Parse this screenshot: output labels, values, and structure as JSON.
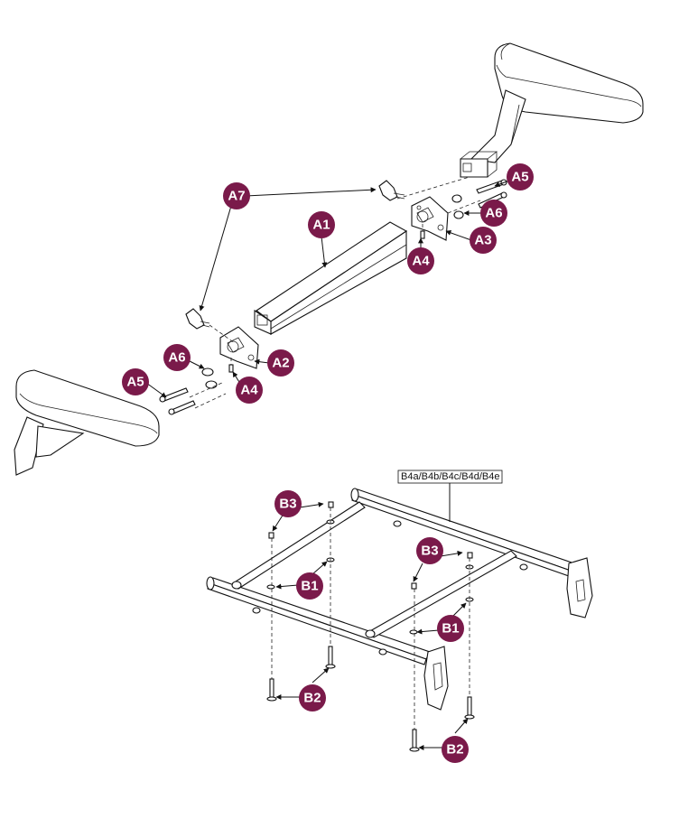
{
  "callouts": {
    "a1": "A1",
    "a2": "A2",
    "a3": "A3",
    "a4_top": "A4",
    "a4_bottom": "A4",
    "a5_top": "A5",
    "a5_bottom": "A5",
    "a6_top": "A6",
    "a6_bottom": "A6",
    "a7": "A7",
    "b1_left": "B1",
    "b1_right": "B1",
    "b2_left": "B2",
    "b2_right": "B2",
    "b3_left": "B3",
    "b3_right": "B3"
  },
  "frame_label": "B4a/B4b/B4c/B4d/B4e",
  "colors": {
    "callout": "#7a1a4a",
    "line": "#111111"
  }
}
